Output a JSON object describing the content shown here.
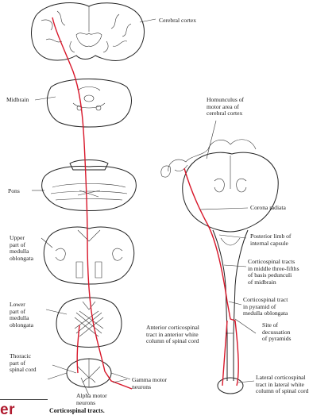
{
  "labels": {
    "cerebral_cortex": "Cerebral cortex",
    "midbrain": "Midbrain",
    "pons": "Pons",
    "upper_medulla": "Upper\npart of\nmedulla\noblongata",
    "lower_medulla": "Lower\npart of\nmedulla\noblongata",
    "thoracic_cord": "Thoracic\npart of\nspinal cord",
    "alpha_motor": "Alpha motor\nneurons",
    "gamma_motor": "Gamma motor\nneurons",
    "homunculus": "Homunculus of\nmotor area of\ncerebral cortex",
    "corona_radiata": "Corona radiata",
    "posterior_limb": "Posterior limb of\ninternal capsule",
    "middle_three_fifths": "Corticospinal tracts\nin middle three-fifths\nof basis pedunculi\nof midbrain",
    "pyramid_medulla": "Corticospinal tract\nin pyramid of\nmedulla oblongata",
    "decussation": "Site of\ndecussation\nof pyramids",
    "anterior_tract": "Anterior corticospinal\ntract in anterior white\ncolumn of spinal cord",
    "lateral_tract": "Lateral corticospinal\ntract in lateral white\ncolumn of spinal cord"
  },
  "caption": "Corticospinal tracts.",
  "corner_fragment": "er",
  "colors": {
    "tract": "#d8172a",
    "ink": "#222222"
  }
}
